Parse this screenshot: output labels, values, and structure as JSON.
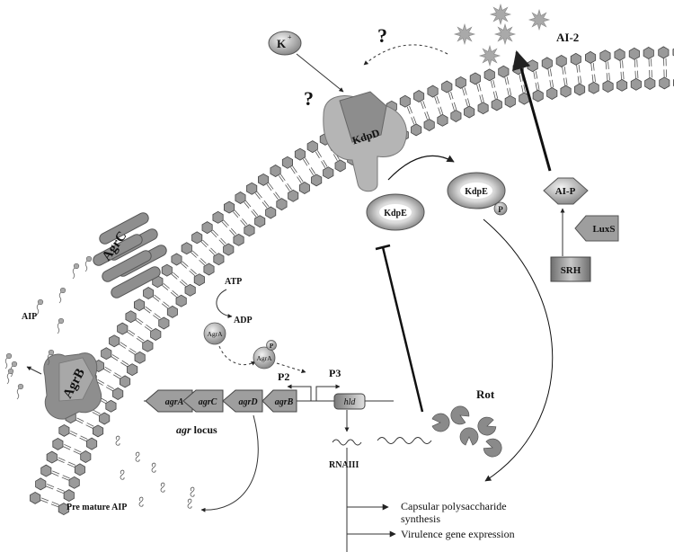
{
  "labels": {
    "k_main": "K",
    "k_sup": "+",
    "q_top": "?",
    "q_left": "?",
    "ai2": "AI-2",
    "kdpd": "KdpD",
    "kdpe": "KdpE",
    "kdpe_p": "KdpE",
    "p": "P",
    "aip_hex": "AI-P",
    "luxs": "LuxS",
    "srh": "SRH",
    "agrc": "AgrC",
    "agrb": "AgrB",
    "aip": "AIP",
    "atp": "ATP",
    "adp": "ADP",
    "agra": "AgrA",
    "agra_p": "AgrA",
    "p_small": "P",
    "p2": "P2",
    "p3": "P3",
    "gene_a": "agrA",
    "gene_c": "agrC",
    "gene_d": "agrD",
    "gene_b": "agrB",
    "hld": "hld",
    "agr_prefix": "agr",
    "locus": " locus",
    "rot": "Rot",
    "rnaiii": "RNAIII",
    "premature": "Pre mature AIP",
    "capsular_1": "Capsular polysaccharide",
    "capsular_2": "synthesis",
    "virulence": "Virulence gene expression"
  },
  "colors": {
    "membrane_bead": "#9a9a9a",
    "membrane_bead_edge": "#444444",
    "protein_gray": "#8f8f8f",
    "protein_light": "#bdbdbd",
    "star": "#a9a9a9"
  }
}
